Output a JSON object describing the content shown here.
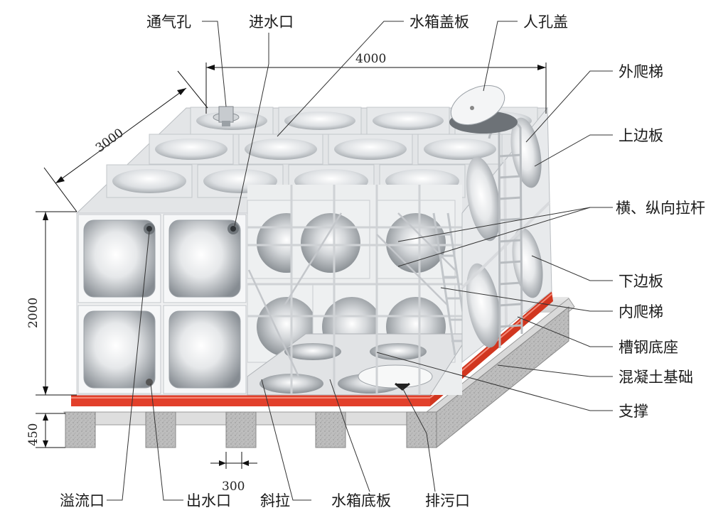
{
  "labels": {
    "vent": "通气孔",
    "inlet": "进水口",
    "cover": "水箱盖板",
    "manhole": "人孔盖",
    "outer_ladder": "外爬梯",
    "upper_plate": "上边板",
    "tie_rods": "横、纵向拉杆",
    "lower_plate": "下边板",
    "inner_ladder": "内爬梯",
    "channel_base": "槽钢底座",
    "concrete": "混凝土基础",
    "support": "支撑",
    "overflow": "溢流口",
    "outlet": "出水口",
    "diagonal": "斜拉",
    "bottom_plate": "水箱底板",
    "drain": "排污口"
  },
  "dimensions": {
    "length": "4000",
    "width": "3000",
    "height": "2000",
    "base": "450",
    "spacing": "300"
  },
  "colors": {
    "base_channel": "#e2402b",
    "concrete": "#c9c9c9",
    "panel_light": "#f4f5f6",
    "panel_dark": "#8c9196",
    "frame": "#d8dadd"
  }
}
